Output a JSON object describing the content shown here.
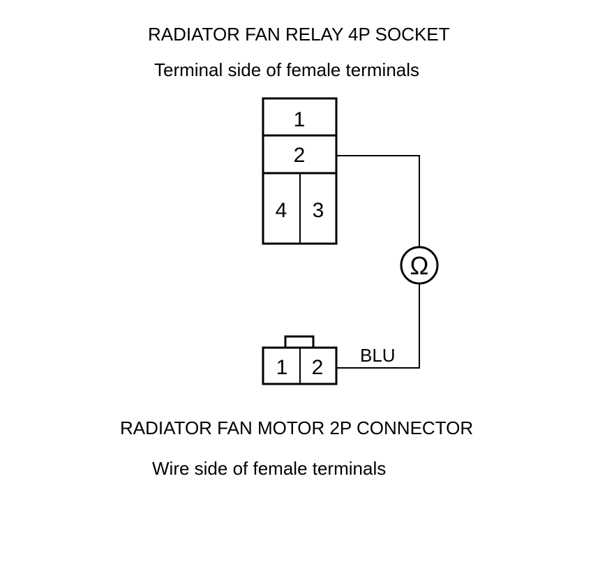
{
  "relay_socket": {
    "title": "RADIATOR FAN RELAY 4P SOCKET",
    "subtitle": "Terminal side of female terminals",
    "terminals": [
      "1",
      "2",
      "4",
      "3"
    ]
  },
  "motor_connector": {
    "title": "RADIATOR FAN MOTOR 2P CONNECTOR",
    "subtitle": "Wire side of female terminals",
    "terminals": [
      "1",
      "2"
    ]
  },
  "wire": {
    "color_label": "BLU"
  },
  "meter": {
    "symbol": "Ω"
  }
}
